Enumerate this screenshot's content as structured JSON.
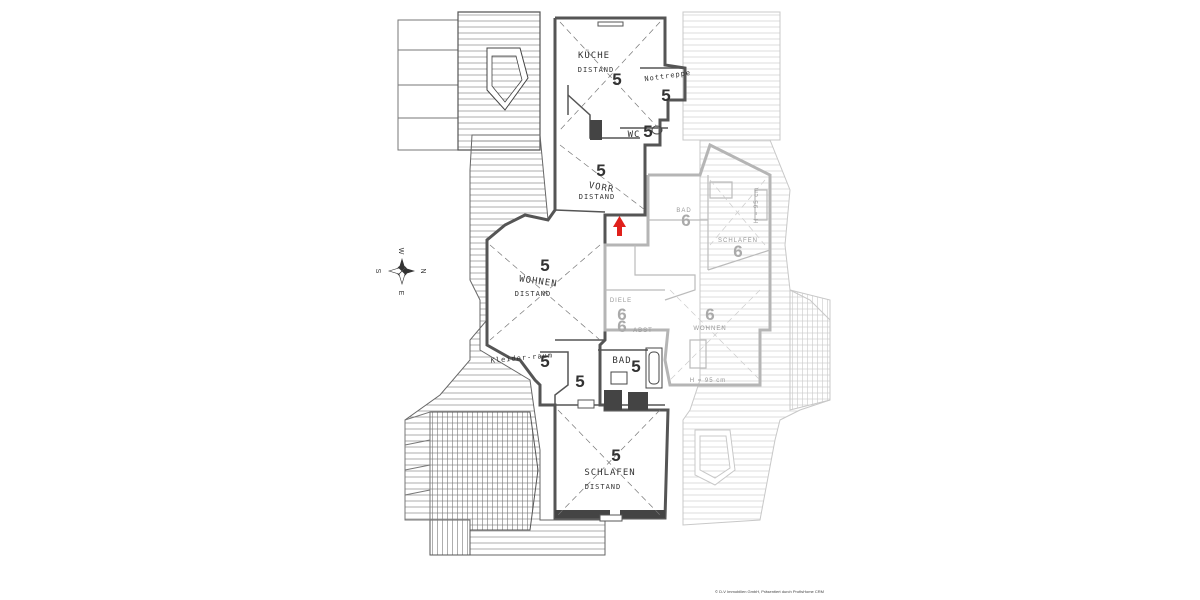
{
  "units": {
    "a": "5",
    "b": "6"
  },
  "rooms": {
    "kueche": {
      "name": "KÜCHE",
      "sub": "DISTAND"
    },
    "nottreppe": {
      "name": "Nottreppe"
    },
    "wc": {
      "name": "WC"
    },
    "vorr": {
      "name": "VORR",
      "sub": "DISTAND"
    },
    "wohnen_a": {
      "name": "WOHNEN",
      "sub": "DISTAND"
    },
    "kleiderraum": {
      "name": "Kleider-raum"
    },
    "bad_a": {
      "name": "BAD"
    },
    "schlafen_a": {
      "name": "SCHLAFEN",
      "sub": "DISTAND"
    },
    "bad_b": {
      "name": "BAD"
    },
    "schlafen_b": {
      "name": "SCHLAFEN"
    },
    "diele_b": {
      "name": "DIELE"
    },
    "wohnen_b": {
      "name": "WOHNEN"
    },
    "abst": {
      "name": "ABST"
    }
  },
  "dimension_notes": {
    "top_right": "H = 95 cm",
    "bottom_right": "H = 95 cm"
  },
  "compass": {
    "n": "N",
    "s": "S",
    "w": "W",
    "e": "E"
  },
  "colors": {
    "wall_a": "#555555",
    "wall_b": "#bbbbbb",
    "arrow": "#e0201b"
  },
  "footer": {
    "credit": "© D-V Immobilien GmbH, Präsentiert durch ProfisHome CRM"
  }
}
